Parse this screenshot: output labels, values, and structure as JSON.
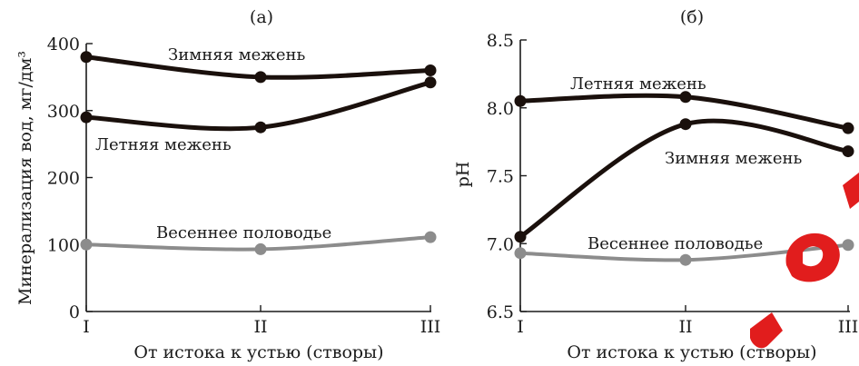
{
  "chart_data": [
    {
      "type": "line",
      "title": "(а)",
      "xlabel": "От истока к устью (створы)",
      "ylabel": "Минерализация вод, мг/дм³",
      "categories": [
        "I",
        "II",
        "III"
      ],
      "ylim": [
        0,
        400
      ],
      "yticks": [
        "0",
        "100",
        "200",
        "300",
        "400"
      ],
      "grid": false,
      "series": [
        {
          "name": "Зимняя межень",
          "values": [
            380,
            350,
            360
          ],
          "color": "#1a100c"
        },
        {
          "name": "Летняя межень",
          "values": [
            290,
            275,
            342
          ],
          "color": "#1a100c"
        },
        {
          "name": "Весеннее половодье",
          "values": [
            100,
            93,
            111
          ],
          "color": "#8c8c8c"
        }
      ]
    },
    {
      "type": "line",
      "title": "(б)",
      "xlabel": "От истока к устью (створы)",
      "ylabel": "pH",
      "categories": [
        "I",
        "II",
        "III"
      ],
      "ylim": [
        6.5,
        8.5
      ],
      "yticks": [
        "6.5",
        "7.0",
        "7.5",
        "8.0",
        "8.5"
      ],
      "grid": false,
      "series": [
        {
          "name": "Летняя межень",
          "values": [
            8.05,
            8.08,
            7.85
          ],
          "color": "#1a100c"
        },
        {
          "name": "Зимняя межень",
          "values": [
            7.05,
            7.88,
            7.68
          ],
          "color": "#1a100c"
        },
        {
          "name": "Весеннее половодье",
          "values": [
            6.93,
            6.88,
            6.99
          ],
          "color": "#8c8c8c"
        }
      ]
    }
  ]
}
